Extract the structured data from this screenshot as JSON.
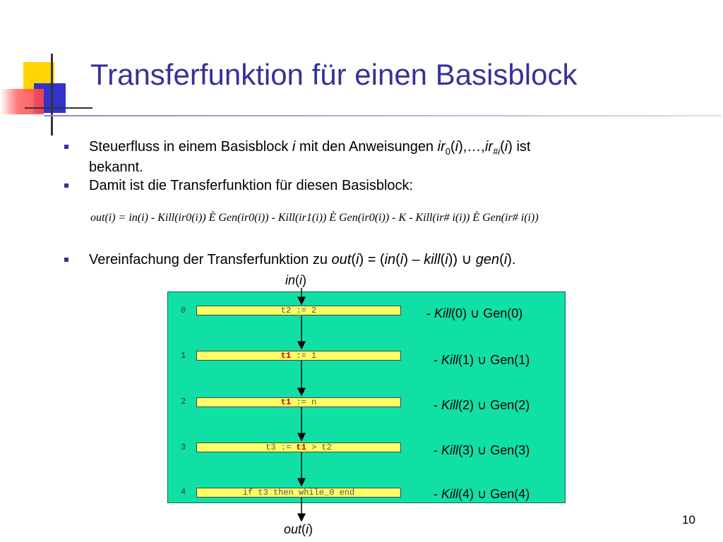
{
  "title": "Transferfunktion für einen Basisblock",
  "bullets": [
    {
      "a": "Steuerfluss in einem Basisblock ",
      "b": "i",
      "c": " mit den Anweisungen ",
      "d": "ir",
      "d_sub": "0",
      "e": "(",
      "f": "i",
      "g": "),…,",
      "h": "ir",
      "h_sub": "#i",
      "i2": "(",
      "j": "i",
      "k": ") ist",
      "line2": "bekannt."
    },
    {
      "text": "Damit ist die Transferfunktion für diesen Basisblock:"
    },
    {
      "a": "Vereinfachung der Transferfunktion zu ",
      "out": "out",
      "p1": "(",
      "i1": "i",
      "p2": ") = (",
      "in": "in",
      "p3": "(",
      "i2": "i",
      "p4": ") – ",
      "kill": "kill",
      "p5": "(",
      "i3": "i",
      "p6": ")) ∪ ",
      "gen": "gen",
      "p7": "(",
      "i4": "i",
      "p8": ")."
    }
  ],
  "formula": "out(i) = in(i) - Kill(ir0(i)) È Gen(ir0(i)) - Kill(ir1(i)) È Gen(ir0(i)) - K - Kill(ir# i(i)) È Gen(ir# i(i))",
  "diagram": {
    "in_label": "in",
    "in_arg": "i",
    "out_label": "out",
    "out_arg": "i",
    "statements": [
      {
        "index": "0",
        "pre": "t2 := 2",
        "hl": "",
        "post": "",
        "kill": "Kill",
        "kill_arg": "(0)",
        "gen": " ∪ Gen(0)"
      },
      {
        "index": "1",
        "pre": "",
        "hl": "t1",
        "post": " := 1",
        "kill": "Kill",
        "kill_arg": "(1)",
        "gen": " ∪ Gen(1)"
      },
      {
        "index": "2",
        "pre": "",
        "hl": "t1",
        "post": " := n",
        "kill": "Kill",
        "kill_arg": "(2)",
        "gen": " ∪ Gen(2)"
      },
      {
        "index": "3",
        "pre": "t3 := ",
        "hl": "t1",
        "post": " > t2",
        "kill": "Kill",
        "kill_arg": "(3)",
        "gen": " ∪ Gen(3)"
      },
      {
        "index": "4",
        "pre": "if t3 then while_0 end",
        "hl": "",
        "post": "",
        "kill": "Kill",
        "kill_arg": "(4)",
        "gen": " ∪ Gen(4)"
      }
    ],
    "minus": "- "
  },
  "page_number": "10",
  "colors": {
    "title": "#333399",
    "box": "#11e0a6",
    "statement": "#ffff66",
    "highlight": "#cc0000"
  }
}
